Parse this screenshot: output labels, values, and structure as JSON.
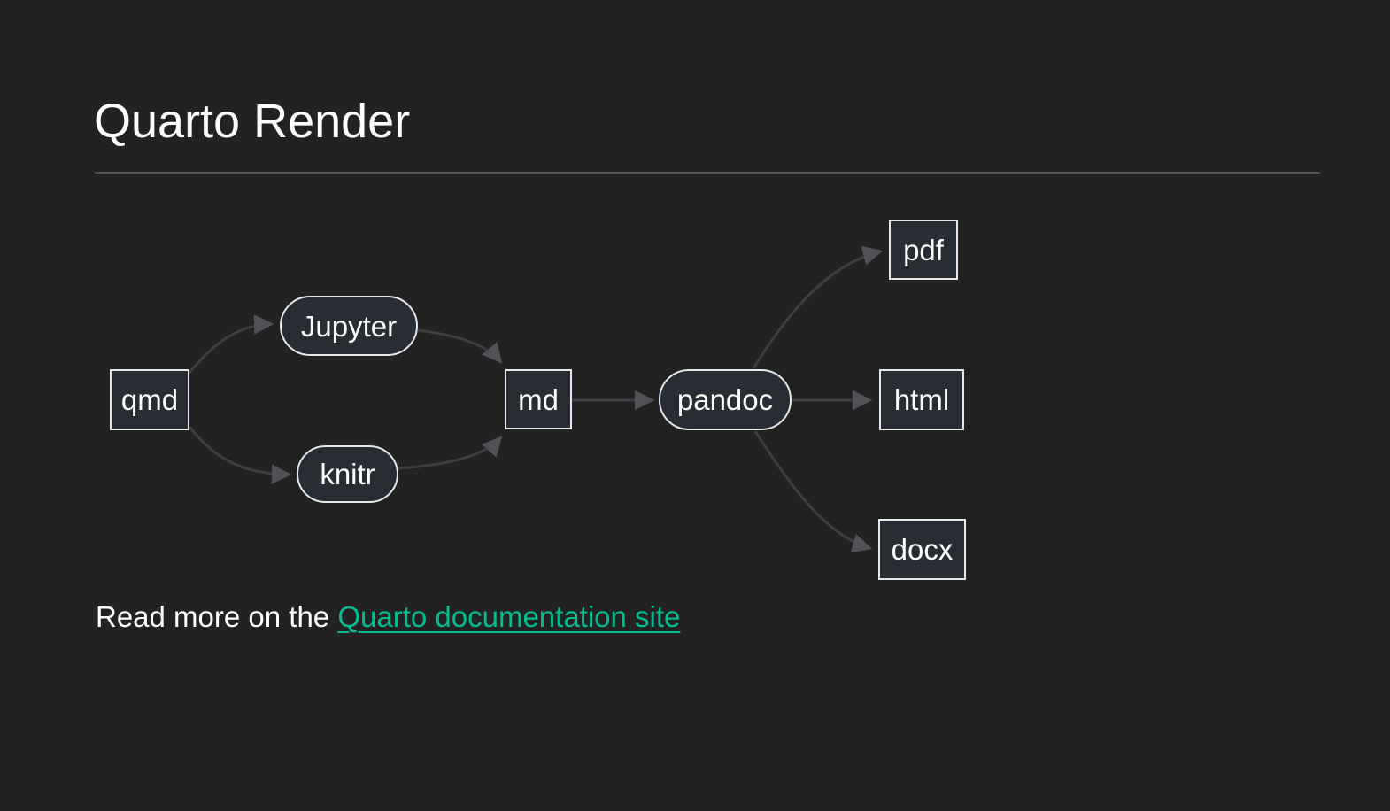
{
  "page": {
    "title": "Quarto Render",
    "background_color": "#222222"
  },
  "diagram": {
    "type": "flowchart-left-right",
    "nodes": [
      {
        "id": "qmd",
        "label": "qmd",
        "shape": "rect"
      },
      {
        "id": "jupyter",
        "label": "Jupyter",
        "shape": "stadium"
      },
      {
        "id": "knitr",
        "label": "knitr",
        "shape": "stadium"
      },
      {
        "id": "md",
        "label": "md",
        "shape": "rect"
      },
      {
        "id": "pandoc",
        "label": "pandoc",
        "shape": "stadium"
      },
      {
        "id": "pdf",
        "label": "pdf",
        "shape": "rect"
      },
      {
        "id": "html",
        "label": "html",
        "shape": "rect"
      },
      {
        "id": "docx",
        "label": "docx",
        "shape": "rect"
      }
    ],
    "edges": [
      {
        "from": "qmd",
        "to": "jupyter"
      },
      {
        "from": "qmd",
        "to": "knitr"
      },
      {
        "from": "jupyter",
        "to": "md"
      },
      {
        "from": "knitr",
        "to": "md"
      },
      {
        "from": "md",
        "to": "pandoc"
      },
      {
        "from": "pandoc",
        "to": "pdf"
      },
      {
        "from": "pandoc",
        "to": "html"
      },
      {
        "from": "pandoc",
        "to": "docx"
      }
    ],
    "colors": {
      "node_fill": "#282c33",
      "node_border": "#e6e8ea",
      "node_text": "#ffffff",
      "edge_line": "#3d3e41",
      "arrowhead": "#515257"
    }
  },
  "footer": {
    "text": "Read more on the ",
    "link_label": "Quarto documentation site",
    "link_color": "#00bc8c"
  }
}
